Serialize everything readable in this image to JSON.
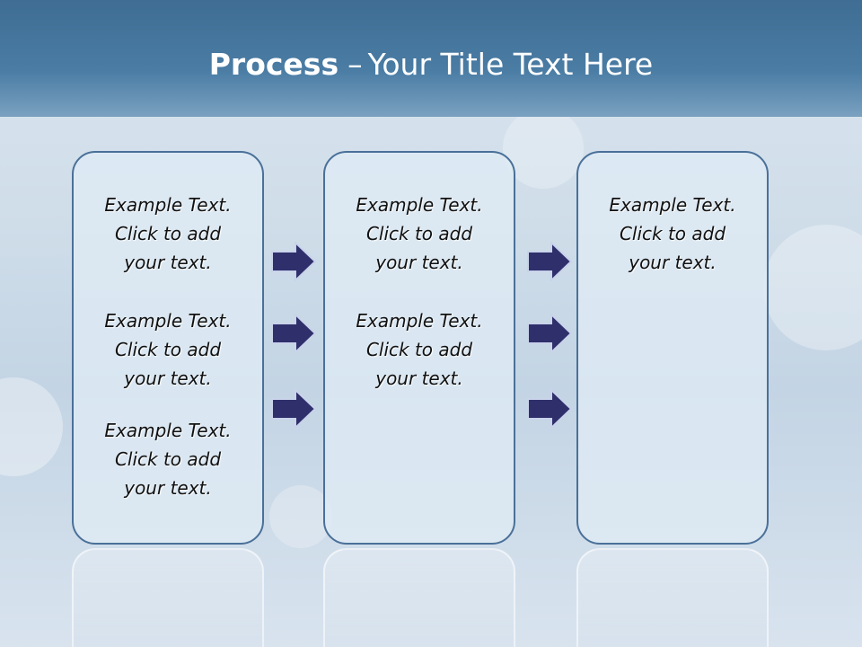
{
  "slide": {
    "title_bold": "Process",
    "title_dash": "–",
    "title_rest": "Your Title Text Here"
  },
  "columns": [
    {
      "blocks": [
        {
          "line1": "Example Text.",
          "line2": "Click  to add",
          "line3": "your text."
        },
        {
          "line1": "Example Text.",
          "line2": "Click  to add",
          "line3": "your text."
        },
        {
          "line1": "Example Text.",
          "line2": "Click  to add",
          "line3": "your text."
        }
      ]
    },
    {
      "blocks": [
        {
          "line1": "Example Text.",
          "line2": "Click  to add",
          "line3": "your text."
        },
        {
          "line1": "Example Text.",
          "line2": "Click  to add",
          "line3": "your text."
        }
      ]
    },
    {
      "blocks": [
        {
          "line1": "Example Text.",
          "line2": "Click  to add",
          "line3": "your text."
        }
      ]
    }
  ],
  "colors": {
    "header": "#4a7ca4",
    "panel_border": "#4a7099",
    "arrow_fill": "#2e2f6b",
    "arrow_stroke": "#c9d3ea"
  },
  "icons": {
    "arrow": "right-arrow-icon"
  }
}
